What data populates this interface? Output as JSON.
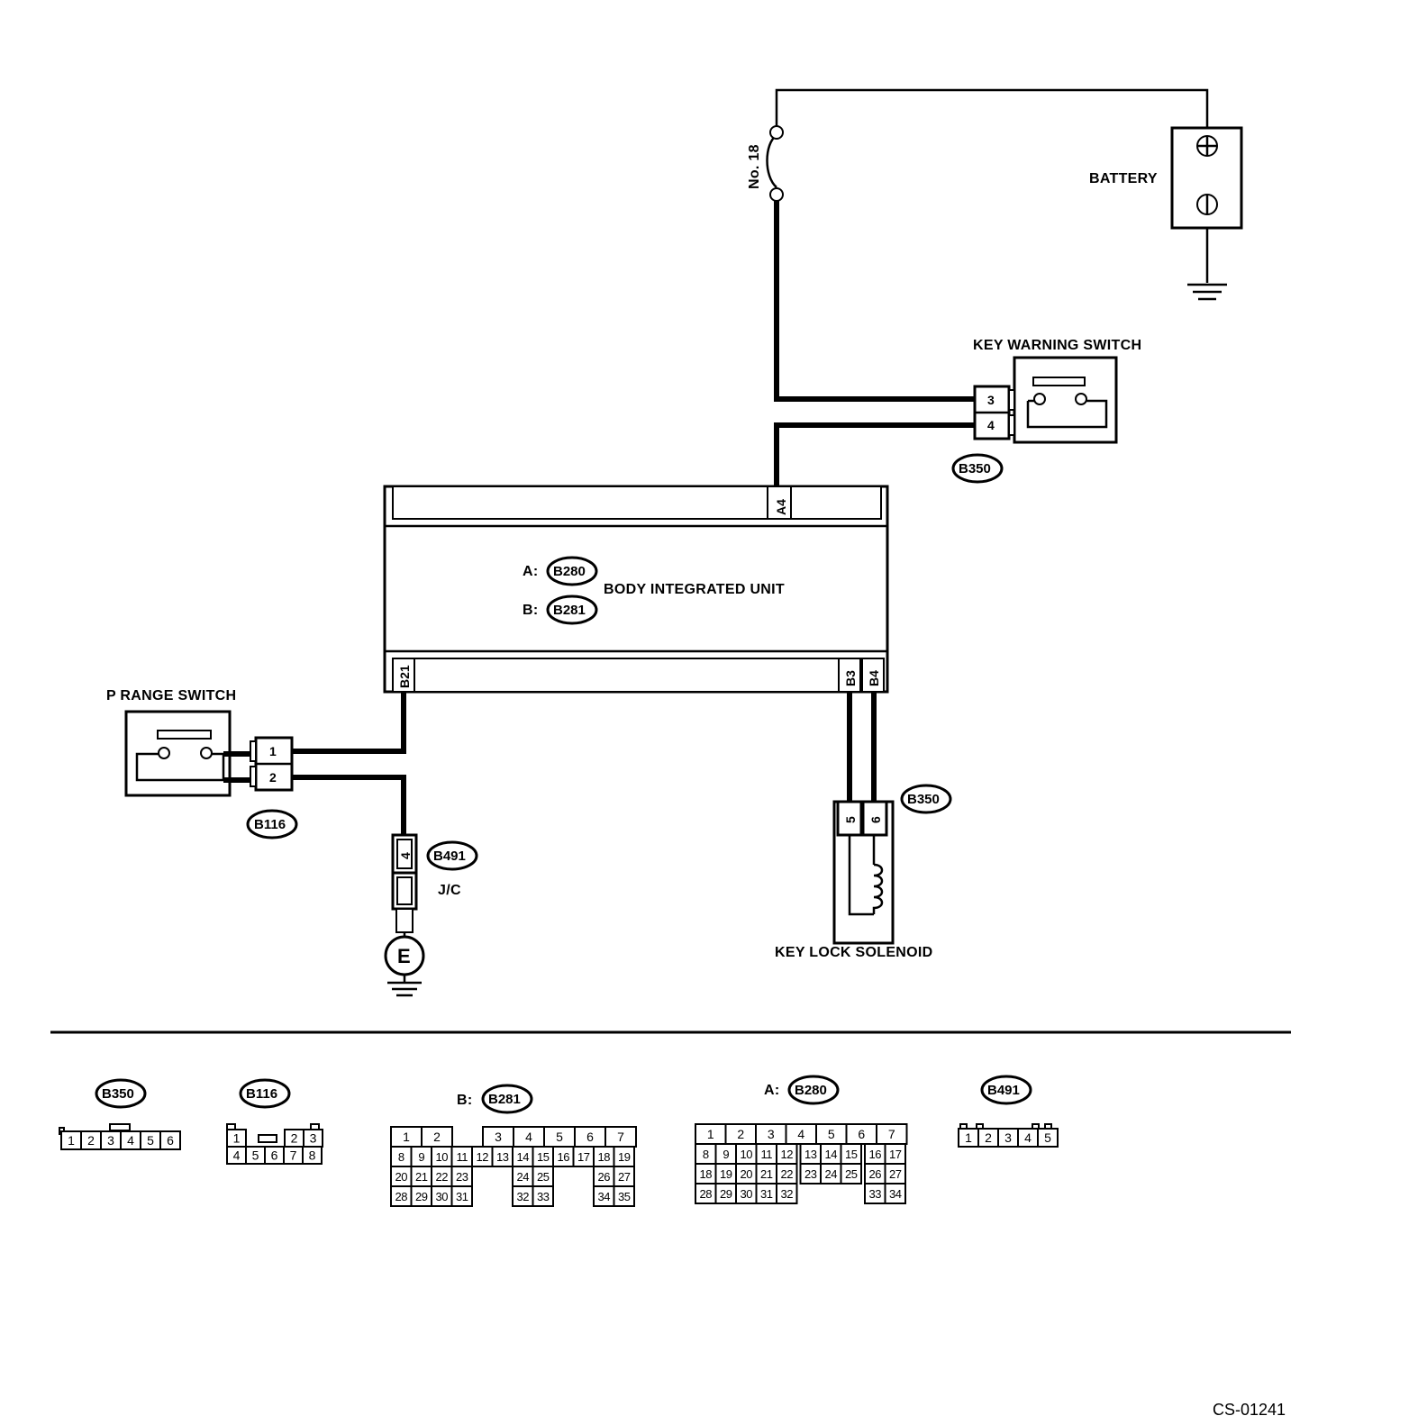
{
  "labels": {
    "battery": "BATTERY",
    "fuse": "No. 18",
    "key_warning_switch": "KEY WARNING SWITCH",
    "body_integrated_unit": "BODY INTEGRATED UNIT",
    "p_range_switch": "P RANGE SWITCH",
    "key_lock_solenoid": "KEY LOCK SOLENOID",
    "jc": "J/C",
    "ground_e": "E",
    "figure_id": "CS-01241",
    "prefix_a": "A:",
    "prefix_b": "B:"
  },
  "connectors": {
    "b350": "B350",
    "b280": "B280",
    "b281": "B281",
    "b116": "B116",
    "b491": "B491"
  },
  "pins": {
    "kws_3": "3",
    "kws_4": "4",
    "biu_a4": "A4",
    "biu_b21": "B21",
    "biu_b3": "B3",
    "biu_b4": "B4",
    "prs_1": "1",
    "prs_2": "2",
    "jc_4": "4",
    "kls_5": "5",
    "kls_6": "6"
  },
  "connector_faces": {
    "b350_pins": [
      "1",
      "2",
      "3",
      "4",
      "5",
      "6"
    ],
    "b116_pins": [
      "1",
      "2",
      "3",
      "4",
      "5",
      "6",
      "7",
      "8"
    ],
    "b281_pins": [
      "1",
      "2",
      "3",
      "4",
      "5",
      "6",
      "7",
      "8",
      "9",
      "10",
      "11",
      "12",
      "13",
      "14",
      "15",
      "16",
      "17",
      "18",
      "19",
      "20",
      "21",
      "22",
      "23",
      "24",
      "25",
      "26",
      "27",
      "28",
      "29",
      "30",
      "31",
      "32",
      "33",
      "34",
      "35"
    ],
    "b280_pins": [
      "1",
      "2",
      "3",
      "4",
      "5",
      "6",
      "7",
      "8",
      "9",
      "10",
      "11",
      "12",
      "13",
      "14",
      "15",
      "16",
      "17",
      "18",
      "19",
      "20",
      "21",
      "22",
      "23",
      "24",
      "25",
      "26",
      "27",
      "28",
      "29",
      "30",
      "31",
      "32",
      "33",
      "34"
    ],
    "b491_pins": [
      "1",
      "2",
      "3",
      "4",
      "5"
    ]
  }
}
